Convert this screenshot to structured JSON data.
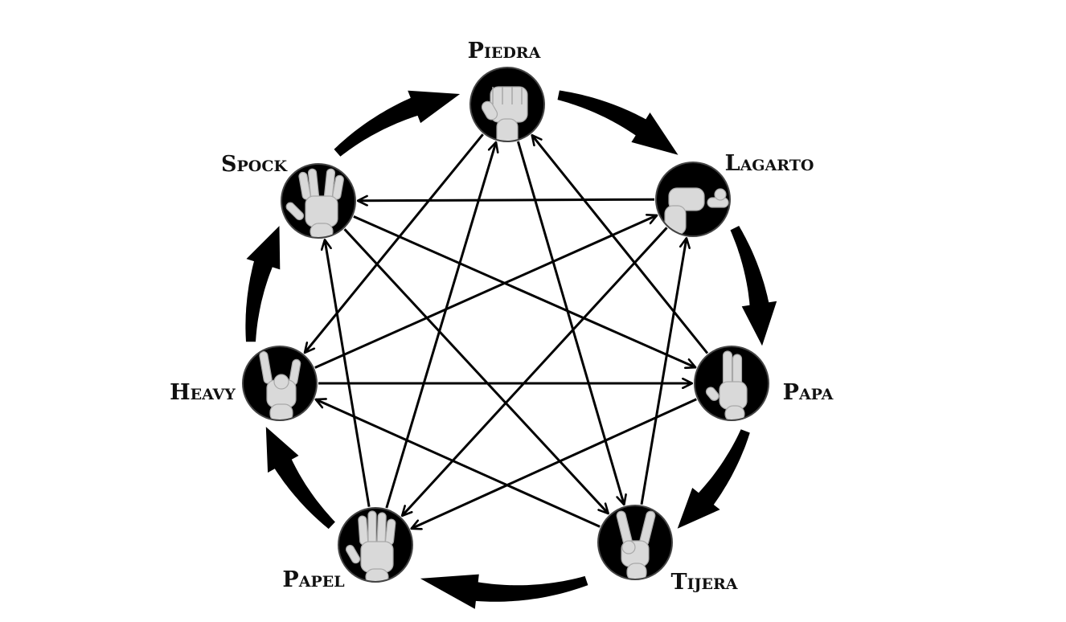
{
  "colors": {
    "background": "#ffffff",
    "ink": "#000000",
    "node_fill": "#000000",
    "hand": "#d9d9d9",
    "hand_shade": "#a8a8a8"
  },
  "nodes": [
    {
      "id": "piedra",
      "label": "Piedra",
      "icon": "fist-icon"
    },
    {
      "id": "lagarto",
      "label": "Lagarto",
      "icon": "lizard-hand-icon"
    },
    {
      "id": "papa",
      "label": "Papa",
      "icon": "blessing-hand-icon"
    },
    {
      "id": "tijera",
      "label": "Tijera",
      "icon": "v-sign-icon"
    },
    {
      "id": "papel",
      "label": "Papel",
      "icon": "open-palm-icon"
    },
    {
      "id": "heavy",
      "label": "Heavy",
      "icon": "horns-hand-icon"
    },
    {
      "id": "spock",
      "label": "Spock",
      "icon": "vulcan-salute-icon"
    }
  ],
  "cycle_arrows": [
    {
      "from": "spock",
      "to": "piedra"
    },
    {
      "from": "piedra",
      "to": "lagarto"
    },
    {
      "from": "lagarto",
      "to": "papa"
    },
    {
      "from": "papa",
      "to": "tijera"
    },
    {
      "from": "tijera",
      "to": "papel"
    },
    {
      "from": "papel",
      "to": "heavy"
    },
    {
      "from": "heavy",
      "to": "spock"
    }
  ],
  "chord_arrows": [
    {
      "from": "lagarto",
      "to": "spock"
    },
    {
      "from": "spock",
      "to": "papa"
    },
    {
      "from": "papa",
      "to": "piedra"
    },
    {
      "from": "piedra",
      "to": "tijera"
    },
    {
      "from": "tijera",
      "to": "lagarto"
    },
    {
      "from": "lagarto",
      "to": "papel"
    },
    {
      "from": "papel",
      "to": "spock"
    },
    {
      "from": "heavy",
      "to": "papa"
    },
    {
      "from": "papa",
      "to": "papel"
    },
    {
      "from": "papel",
      "to": "piedra"
    },
    {
      "from": "piedra",
      "to": "heavy"
    },
    {
      "from": "heavy",
      "to": "lagarto"
    },
    {
      "from": "spock",
      "to": "tijera"
    },
    {
      "from": "tijera",
      "to": "heavy"
    }
  ]
}
